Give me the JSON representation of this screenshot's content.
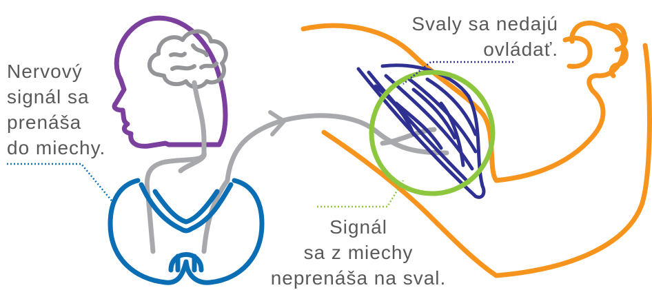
{
  "labels": {
    "nerve_signal": {
      "lines": [
        "Nervový",
        "signál sa",
        "prenáša",
        "do miechy."
      ]
    },
    "muscles": {
      "lines": [
        "Svaly sa nedajú",
        "ovládať."
      ]
    },
    "signal_not_transmitted": {
      "lines": [
        "Signál",
        "sa z miechy",
        "neprenáša na sval."
      ]
    }
  },
  "colors": {
    "head": "#7b3f9e",
    "brain": "#939598",
    "nerve": "#a7a9ac",
    "spinal_cord": "#0a6eb4",
    "arm": "#f7941d",
    "muscle": "#2e3192",
    "focus_circle": "#8dc63f",
    "text": "#58595b",
    "leader_blue": "#0a6eb4",
    "leader_green": "#8dc63f"
  },
  "icons": [
    "head-icon",
    "brain-icon",
    "spinal-cord-icon",
    "arm-icon",
    "muscle-icon"
  ]
}
